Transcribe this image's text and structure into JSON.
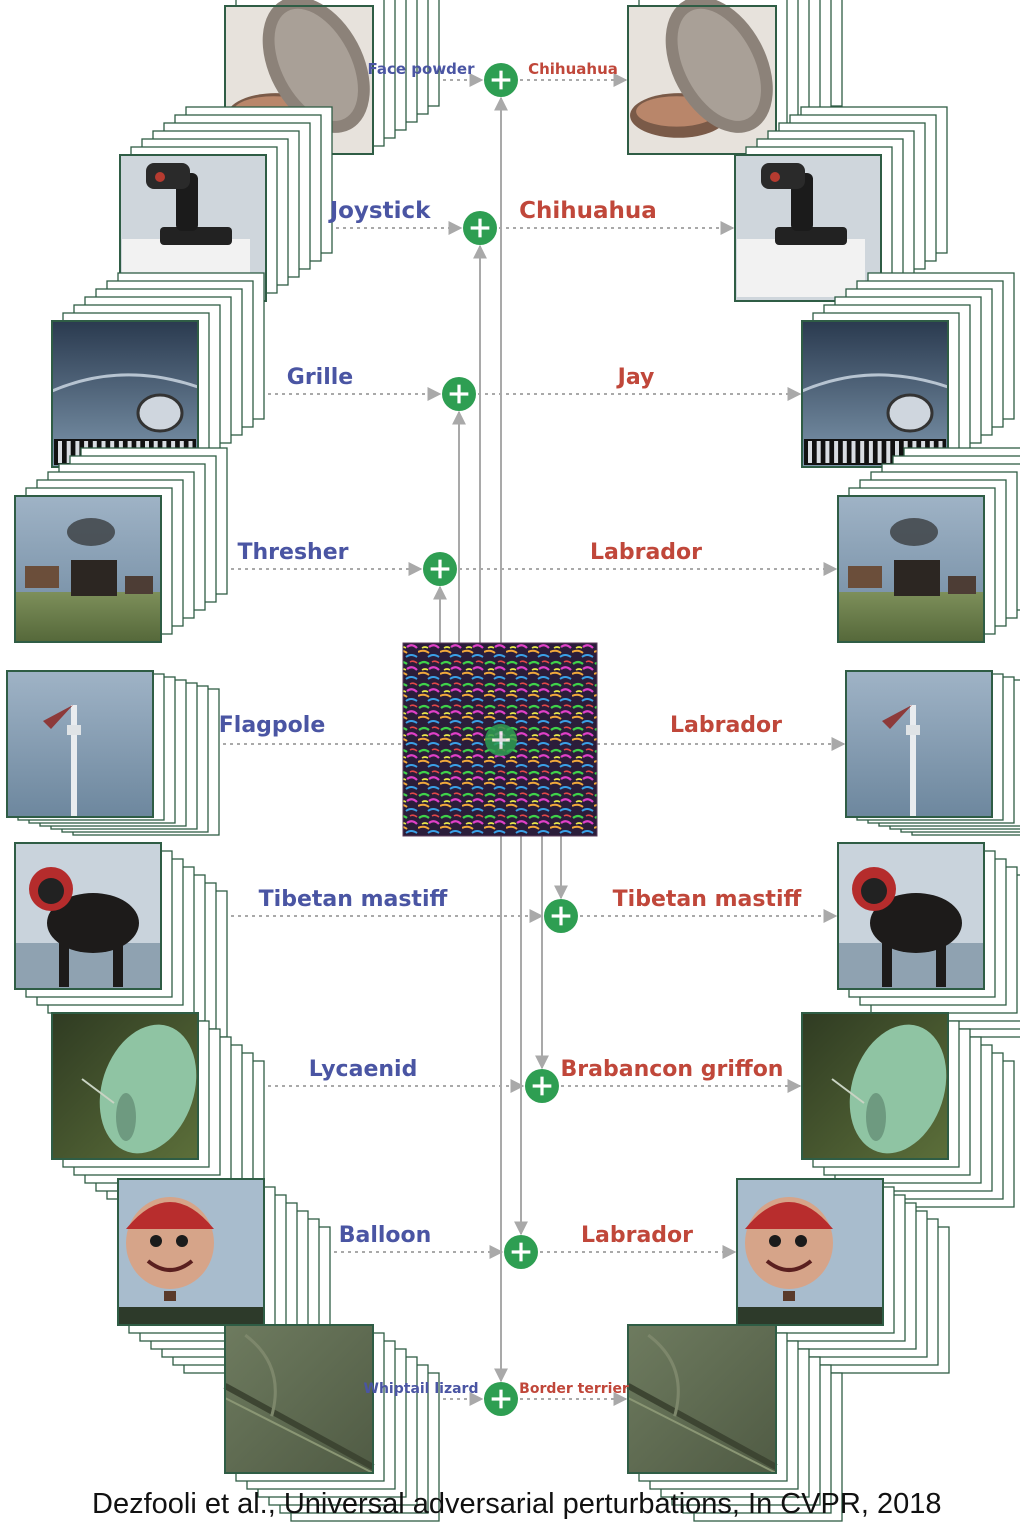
{
  "colors": {
    "original_label": "#4a55a3",
    "perturbed_label": "#c0473a",
    "plus_circle": "#2e9e52",
    "frame": "#2f5d45",
    "arrow": "#a9a9a9"
  },
  "center": {
    "name": "universal-perturbation",
    "icon": "plus-icon"
  },
  "pairs": [
    {
      "original": "Face powder",
      "perturbed": "Chihuahua",
      "scene": "face-powder"
    },
    {
      "original": "Joystick",
      "perturbed": "Chihuahua",
      "scene": "joystick"
    },
    {
      "original": "Grille",
      "perturbed": "Jay",
      "scene": "grille"
    },
    {
      "original": "Thresher",
      "perturbed": "Labrador",
      "scene": "thresher"
    },
    {
      "original": "Flagpole",
      "perturbed": "Labrador",
      "scene": "flagpole"
    },
    {
      "original": "Tibetan mastiff",
      "perturbed": "Tibetan mastiff",
      "scene": "mastiff"
    },
    {
      "original": "Lycaenid",
      "perturbed": "Brabancon griffon",
      "scene": "lycaenid"
    },
    {
      "original": "Balloon",
      "perturbed": "Labrador",
      "scene": "balloon"
    },
    {
      "original": "Whiptail lizard",
      "perturbed": "Border terrier",
      "scene": "whiptail"
    }
  ],
  "citation": "Dezfooli et al., Universal adversarial perturbations, In CVPR, 2018"
}
